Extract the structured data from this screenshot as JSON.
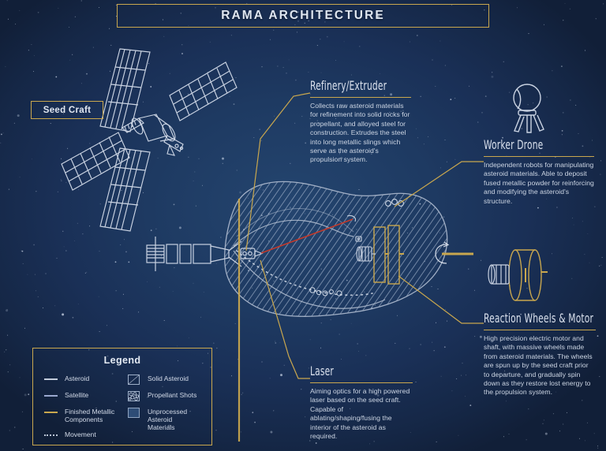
{
  "page": {
    "title": "RAMA ARCHITECTURE",
    "background_color": "#1e3a62",
    "accent_color": "#c9a74e",
    "laser_color": "#c0392b"
  },
  "labels": {
    "seed_craft": "Seed Craft"
  },
  "annotations": [
    {
      "id": "refinery",
      "heading": "Refinery/Extruder",
      "body": "Collects raw asteroid materials for refinement into solid rocks for propellant, and alloyed steel for construction. Extrudes the steel into long metallic slings which serve as the asteroid's propulsion system."
    },
    {
      "id": "worker-drone",
      "heading": "Worker Drone",
      "body": "Independent robots for manipulating asteroid materials. Able to deposit fused metallic powder for reinforcing and modifying the asteroid's structure."
    },
    {
      "id": "reaction-wheels",
      "heading": "Reaction Wheels & Motor",
      "body": "High precision electric motor and shaft, with massive wheels made from asteroid materials. The wheels are spun up by the seed craft prior to departure, and gradually spin down as they restore lost energy to the propulsion system."
    },
    {
      "id": "laser",
      "heading": "Laser",
      "body": "Aiming optics for a high powered laser based on the seed craft. Capable of ablating/shaping/fusing the interior of the asteroid as required."
    }
  ],
  "legend": {
    "title": "Legend",
    "left_column": [
      {
        "label": "Asteroid",
        "swatch": "line",
        "color": "#c3ccdb"
      },
      {
        "label": "Satellite",
        "swatch": "line",
        "color": "#9aa8cf"
      },
      {
        "label": "Finished Metallic Components",
        "swatch": "line",
        "color": "#c9a74e"
      },
      {
        "label": "Movement",
        "swatch": "dashed",
        "color": "#b9c3d4"
      }
    ],
    "right_column": [
      {
        "label": "Solid Asteroid",
        "swatch": "box-diagonal"
      },
      {
        "label": "Propellant Shots",
        "swatch": "box-pebbles"
      },
      {
        "label": "Unprocessed Asteroid Materials",
        "swatch": "box-solid"
      }
    ]
  }
}
